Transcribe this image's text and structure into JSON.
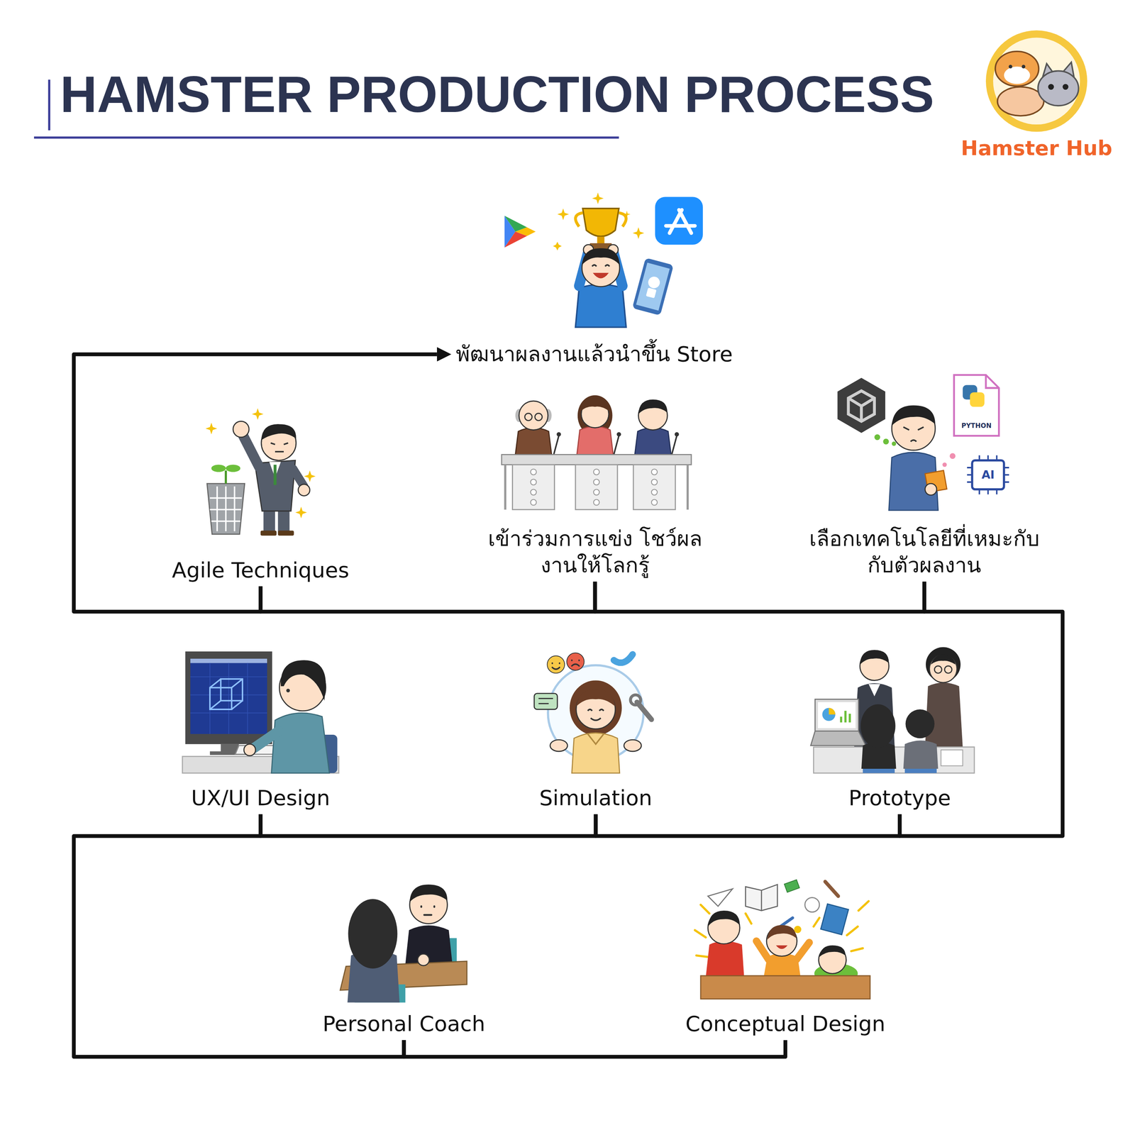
{
  "diagram": {
    "title": "HAMSTER PRODUCTION PROCESS",
    "nodes": [
      {
        "text": [
          "พัฒนาผลงานแล้วนำขึ้น Store"
        ]
      },
      {
        "text": [
          "Agile Techniques"
        ]
      },
      {
        "text": [
          "เข้าร่วมการแข่ง โชว์ผลงานให้โลกรู้"
        ]
      },
      {
        "text": [
          "เลือกเทคโนโลยีที่เหมะกับ กับตัวผลงาน"
        ]
      },
      {
        "text": [
          "UX/UI Design"
        ]
      },
      {
        "text": [
          "Simulation"
        ]
      },
      {
        "text": [
          "Prototype"
        ]
      },
      {
        "text": [
          "Personal Coach"
        ]
      },
      {
        "text": [
          "Conceptual Design"
        ]
      }
    ],
    "edges": [
      {
        "from": 8,
        "to": 7,
        "arrow": "none"
      },
      {
        "from": 7,
        "to": 4,
        "arrow": "none"
      },
      {
        "from": 4,
        "to": 5,
        "arrow": "none"
      },
      {
        "from": 5,
        "to": 6,
        "arrow": "none"
      },
      {
        "from": 6,
        "to": 3,
        "arrow": "none"
      },
      {
        "from": 3,
        "to": 2,
        "arrow": "none"
      },
      {
        "from": 2,
        "to": 1,
        "arrow": "none"
      },
      {
        "from": 1,
        "to": 0,
        "arrow": "to"
      }
    ],
    "labels": [
      "Hamster Hub",
      "PYTHON",
      "AI"
    ]
  }
}
